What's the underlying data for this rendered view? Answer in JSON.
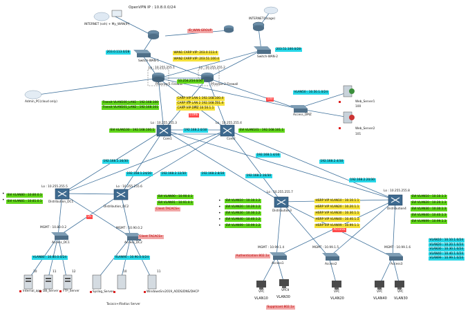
{
  "header": {
    "openvpn_ip": "OpenVPN IP : 10.8.0.0/24",
    "wan_group": "ID_WAN GROUP"
  },
  "internet": {
    "left_label": "INTERNET (ssh) + My_WAN(IP)",
    "right_label": "INTERNET(Usage)"
  },
  "wan_nets": {
    "left": "203.0.113.0/28",
    "right": "203.51.100.0/28"
  },
  "carp": {
    "wan1": "WAN1 CARP VIP: 203.0.113.4",
    "wan2": "WAN2 CARP VIP: 203.51.100.4",
    "lan1": "CARP VIP LAN 1 192.168.100.4",
    "lan2": "CARP VIP LAN 2 192.168.101.4",
    "dmz": "CARP VIP DMZ 10.50.1.1"
  },
  "pfsense": {
    "left_lo": "Lo : 10.255.255.1",
    "right_lo": "Lo : 10.255.255.2",
    "left_name": "PFsense-1 Firewall",
    "right_name": "PFsense-2 Firewall",
    "sync": "10.254.254.0/30"
  },
  "switches": {
    "wan_left": "Switch-WAN-1",
    "wan_right": "Switch-WAN-2",
    "access_dmz": "Access_DMZ",
    "core1": "Core1",
    "core2": "Core2",
    "dist_dc1": "Distribution_DC1",
    "dist_dc2": "Distribution_DC2",
    "dist_dc3": "Distribution3",
    "dist_dc4": "Distribution4",
    "access_dc1": "Access_DC1",
    "access_dc2": "Access_DC2",
    "access1": "Access1",
    "access2": "Access2",
    "access3": "Access3"
  },
  "admin_pc": "Admin_PC(cloud only)",
  "dmz": {
    "vlan": "VLAN50 : 10.50.1.0/24",
    "web1": "Web_Server1",
    "web2": "Web_Server2",
    "web1_num": "100",
    "web2_num": "101"
  },
  "transit": {
    "vlan100": "Transit VLAN100_LAN1 : 192.168.100",
    "vlan101": "Transit VLAN101_LAN2 : 192.168.101"
  },
  "core": {
    "lo1": "Lo : 10.255.255.3",
    "lo2": "Lo : 10.255.255.4",
    "svi100": "SVI VLAN100 : 192.168.100.1",
    "svi101": "SVI VLAN101 : 192.168.101.1",
    "link": "192.168.2.0/30",
    "badge": "CORE"
  },
  "links": {
    "l1": "192.168.1.16/30",
    "l2": "192.168.1.24/30",
    "l3": "192.168.2.12/30",
    "l4": "192.168.2.8/30",
    "l5": "192.168.1.4/30",
    "l6": "192.168.2.16/30",
    "l7": "192.168.2.20/30",
    "l8": "192.168.2.4/30"
  },
  "dc1": {
    "lo": "Lo : 10.255.255.5",
    "svi_a": "SVI VLAN80 : 10.80.0.1",
    "svi_b": "SVI VLAN81 : 10.81.0.1",
    "mgmt": "MGMT : 10.80.0.2",
    "vlan": "VLAN80 : 10.80.0.0/24",
    "badge": "DC"
  },
  "dc2": {
    "lo": "Lo : 10.255.255.6",
    "svi_a": "SVI VLAN90 : 10.90.0.1",
    "svi_b": "SVI VLAN91 : 10.91.0.1",
    "mgmt": "MGMT : 10.90.0.2",
    "vlan": "VLAN90 : 10.90.0.0/24",
    "guard": "Client TACACS+",
    "guard2": "Client TACACS+"
  },
  "servers": {
    "s1": "Internal_app",
    "s2": "DB_Server",
    "s3": "FTP_Server",
    "s4": "Syslog_Server",
    "s5": "Tacacs+/Radius Server",
    "s6": "WindowsSrv2019_ADDS/DNS/DHCP",
    "n1": "10",
    "n2": "11",
    "n3": "12",
    "n4": "10",
    "n5": "11"
  },
  "dist3": {
    "lo": "Lo : 10.255.255.7",
    "svi": [
      "SVI VLAN10 : 10.10.1.2",
      "SVI VLAN20 : 10.20.1.2",
      "SVI VLAN30 : 10.30.1.2",
      "SVI VLAN40 : 10.40.1.2",
      "SVI VLAN99 : 10.99.1.2"
    ]
  },
  "hsrp": {
    "items": [
      "HSRP VIP VLAN10 : 10.10.1.1",
      "HSRP VIP VLAN20 : 10.20.1.1",
      "HSRP VIP VLAN30 : 10.30.1.1",
      "HSRP VIP VLAN40 : 10.40.1.1",
      "HSRP VIP VLAN99 : 10.99.1.1"
    ]
  },
  "dist4": {
    "lo": "Lo : 10.255.255.8",
    "svi": [
      "SVI VLAN10 : 10.10.1.3",
      "SVI VLAN20 : 10.20.1.3",
      "SVI VLAN30 : 10.30.1.3",
      "SVI VLAN40 : 10.40.1.3",
      "SVI VLAN99 : 10.99.1.3"
    ],
    "badge": "ACCESS"
  },
  "access": {
    "mgmt1": "MGMT : 10.99.1.4",
    "mgmt2": "MGMT : 10.99.1.5",
    "mgmt3": "MGMT : 10.99.1.6",
    "auth": "Authentication 802.1x",
    "supplicant": "Supplicant 802.1x"
  },
  "vlan_summary": [
    "VLAN10 : 10.10.1.0/24",
    "VLAN20 : 10.20.1.0/24",
    "VLAN30 : 10.30.1.0/24",
    "VLAN40 : 10.40.1.0/24",
    "VLAN99 : 10.99.1.0/24"
  ],
  "pcs": {
    "vlan10": "VLAN10",
    "vlan20": "VLAN20",
    "vlan30": "VLAN30",
    "vlan40": "VLAN40",
    "vlan30b": "VLAN30",
    "p1": "VPC",
    "p2": "VPC9",
    "p3": "VPC",
    "p4": "VPC",
    "p5": "VPC"
  }
}
